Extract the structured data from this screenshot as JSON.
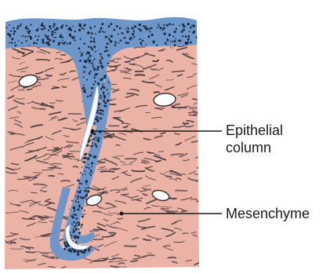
{
  "labels": {
    "epithelial_line1": "Epithelial",
    "epithelial_line2": "column",
    "mesenchyme": "Mesenchyme"
  },
  "colors": {
    "mesenchyme_fill": "#eab3a6",
    "epithelium_fill": "#6d97c9",
    "fiber_dark": "#3b2f35",
    "lumen": "#ffffff",
    "leader_line": "#1a1a1a"
  }
}
